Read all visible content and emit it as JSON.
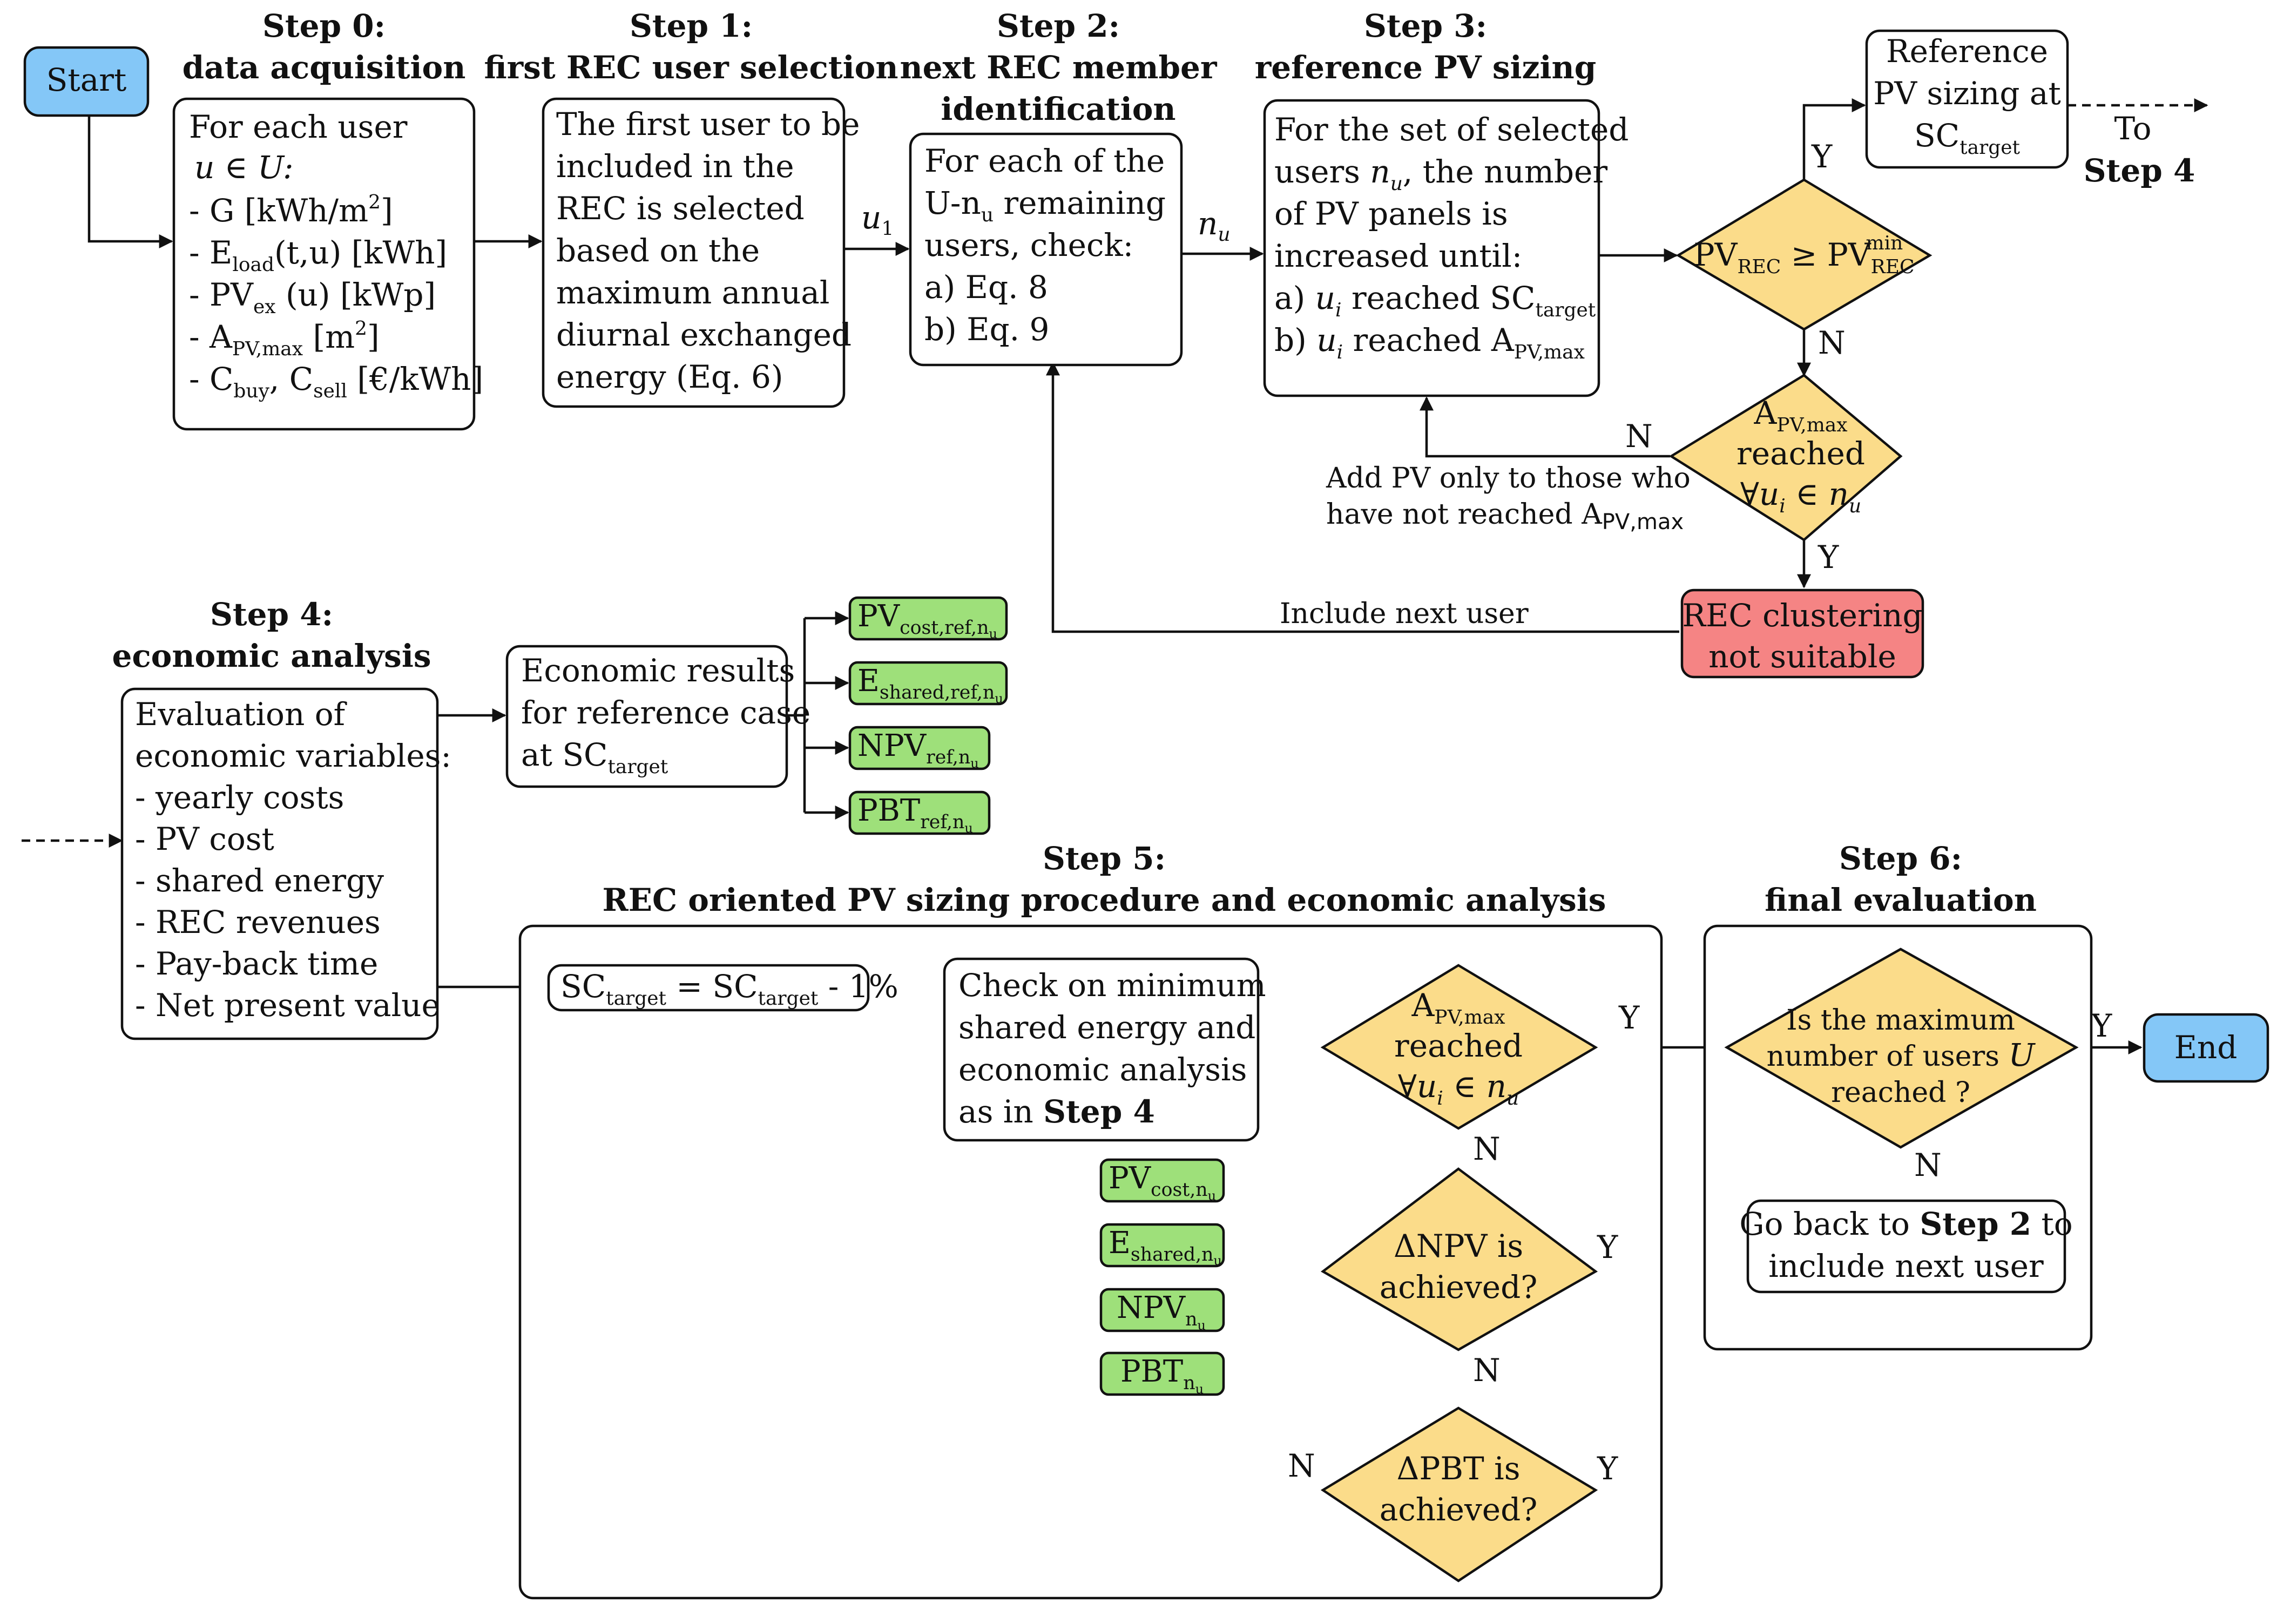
{
  "colors": {
    "terminal": "#84c7f7",
    "decision": "#fbdc8a",
    "output": "#9ee07a",
    "alert": "#f58484",
    "line": "#111111"
  },
  "terminals": {
    "start": "Start",
    "end": "End"
  },
  "steps": {
    "s0": [
      "Step 0:",
      "data acquisition"
    ],
    "s1": [
      "Step 1:",
      "first REC user selection"
    ],
    "s2": [
      "Step 2:",
      "next REC member",
      "identification"
    ],
    "s3": [
      "Step 3:",
      "reference PV sizing"
    ],
    "s4": [
      "Step 4:",
      "economic analysis"
    ],
    "s5": [
      "Step 5:",
      "REC oriented PV sizing procedure and economic analysis"
    ],
    "s6": [
      "Step 6:",
      "final evaluation"
    ]
  },
  "boxes": {
    "b0": {
      "l1": "For each user",
      "l2": "u ∈ U:",
      "l3": "- G [kWh/m",
      "l3sup": "2",
      "l3end": "]",
      "l4a": "- E",
      "l4sub": "load",
      "l4b": "(t,u) [kWh]",
      "l5a": "- PV",
      "l5sub": "ex",
      "l5b": " (u) [kWp]",
      "l6a": "- A",
      "l6sub": "PV,max",
      "l6b": " [m",
      "l6sup": "2",
      "l6c": "]",
      "l7a": "- C",
      "l7sub1": "buy",
      "l7b": ", C",
      "l7sub2": "sell",
      "l7c": " [€/kWh]"
    },
    "b1": [
      "The first user to be",
      "included in the",
      "REC is selected",
      "based on the",
      "maximum annual",
      "diurnal exchanged",
      "energy (Eq. 6)"
    ],
    "b2": [
      "For each of the",
      "U-n",
      "u",
      " remaining",
      "users, check:",
      "a) Eq. 8",
      "b) Eq. 9"
    ],
    "b3": {
      "l1": "For the set of selected",
      "l2a": "users ",
      "l2b": "n",
      "l2c": "u",
      "l2d": ", the number",
      "l3": "of PV panels is",
      "l4": "increased until:",
      "l5a": "a) ",
      "l5b": "u",
      "l5c": "i",
      "l5d": " reached SC",
      "l5e": "target",
      "l6a": "b) ",
      "l6b": "u",
      "l6c": "i",
      "l6d": " reached A",
      "l6e": "PV,max"
    },
    "ref": {
      "l1": "Reference",
      "l2": "PV sizing at",
      "l3": "SC",
      "l3sub": "target"
    },
    "econ": {
      "l1": "Economic results",
      "l2": "for reference case",
      "l3": "at SC",
      "l3sub": "target"
    },
    "eval": [
      "Evaluation of",
      "economic variables:",
      "- yearly costs",
      "- PV cost",
      "- shared energy",
      "- REC revenues",
      "- Pay-back time",
      "- Net present value"
    ],
    "sc": {
      "a": "SC",
      "asub": "target",
      "b": " = SC",
      "bsub": "target",
      "c": " - 1%"
    },
    "check": {
      "l1": "Check on minimum",
      "l2": "shared energy and",
      "l3": "economic analysis",
      "l4a": "as in ",
      "l4b": "Step 4"
    },
    "goback": {
      "l1a": "Go back to ",
      "l1b": "Step 2",
      "l1c": " to",
      "l2": "include next user"
    },
    "alert": [
      "REC clustering",
      "not suitable"
    ]
  },
  "decisions": {
    "d1": {
      "a": "PV",
      "asub": "REC",
      "b": " ≥ PV",
      "bsub": "REC",
      "bsup": "min"
    },
    "d2": {
      "a": "A",
      "asub": "PV,max",
      "l2": "reached",
      "l3a": "∀u",
      "l3b": "i",
      "l3c": " ∈ n",
      "l3d": "u"
    },
    "d3": {
      "a": "A",
      "asub": "PV,max",
      "l2": "reached",
      "l3a": "∀u",
      "l3b": "i",
      "l3c": " ∈ n",
      "l3d": "u"
    },
    "d4": [
      "ΔNPV is",
      "achieved?"
    ],
    "d5": [
      "ΔPBT is",
      "achieved?"
    ],
    "d6": {
      "l1": "Is the maximum",
      "l2a": "number of users ",
      "l2b": "U",
      "l3": "reached ?"
    }
  },
  "outputs_ref": [
    {
      "a": "PV",
      "sub": "cost,ref,n",
      "subsub": "u"
    },
    {
      "a": "E",
      "sub": "shared,ref,n",
      "subsub": "u"
    },
    {
      "a": "NPV",
      "sub": "ref,n",
      "subsub": "u"
    },
    {
      "a": "PBT",
      "sub": "ref,n",
      "subsub": "u"
    }
  ],
  "outputs_s5": [
    {
      "a": "PV",
      "sub": "cost,n",
      "subsub": "u"
    },
    {
      "a": "E",
      "sub": "shared,n",
      "subsub": "u"
    },
    {
      "a": "NPV",
      "sub": "n",
      "subsub": "u"
    },
    {
      "a": "PBT",
      "sub": "n",
      "subsub": "u"
    }
  ],
  "arrow_labels": {
    "u1a": "u",
    "u1b": "1",
    "nua": "n",
    "nub": "u",
    "to": "To",
    "to_step": "Step 4",
    "add1": "Add PV only to those who",
    "add2a": "have not reached A",
    "add2b": "PV,max",
    "include": "Include next user",
    "yes": "Y",
    "no": "N"
  }
}
